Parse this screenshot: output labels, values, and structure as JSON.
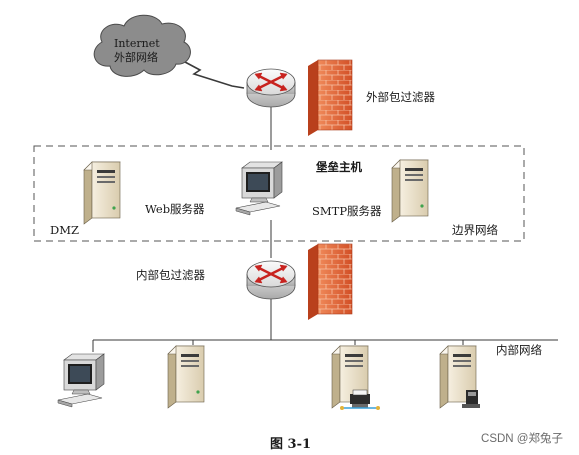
{
  "labels": {
    "internet_line1": "Internet",
    "internet_line2": "外部网络",
    "outer_filter": "外部包过滤器",
    "bastion_host": "堡垒主机",
    "web_server": "Web服务器",
    "smtp_server": "SMTP服务器",
    "dmz": "DMZ",
    "perimeter_network": "边界网络",
    "inner_filter": "内部包过滤器",
    "internal_network": "内部网络",
    "caption": "图 3-1",
    "watermark": "CSDN @郑兔子"
  },
  "colors": {
    "router_red": "#c8231f",
    "firewall_orange": "#e2673a",
    "cloud_gray": "#8c8c8c",
    "server_beige": "#e9dfc8",
    "line": "#3a3a3a"
  }
}
